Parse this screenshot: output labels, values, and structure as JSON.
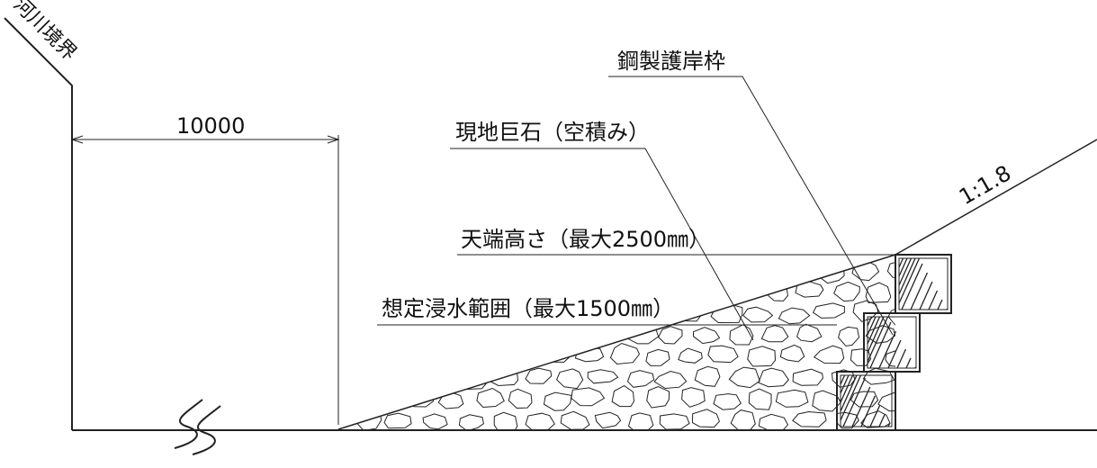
{
  "labels": {
    "river_boundary": "河川境界",
    "width_dim": "10000",
    "steel_frame": "鋼製護岸枠",
    "local_stones": "現地巨石（空積み）",
    "crest_height": "天端高さ（最大2500㎜）",
    "assumed_flood": "想定浸水範囲（最大1500㎜）",
    "slope_ratio": "1:1.8"
  },
  "colors": {
    "line": "#222222",
    "text": "#111111",
    "background": "#ffffff"
  },
  "icons": {
    "break_mark": "wavy-break-line-icon"
  }
}
